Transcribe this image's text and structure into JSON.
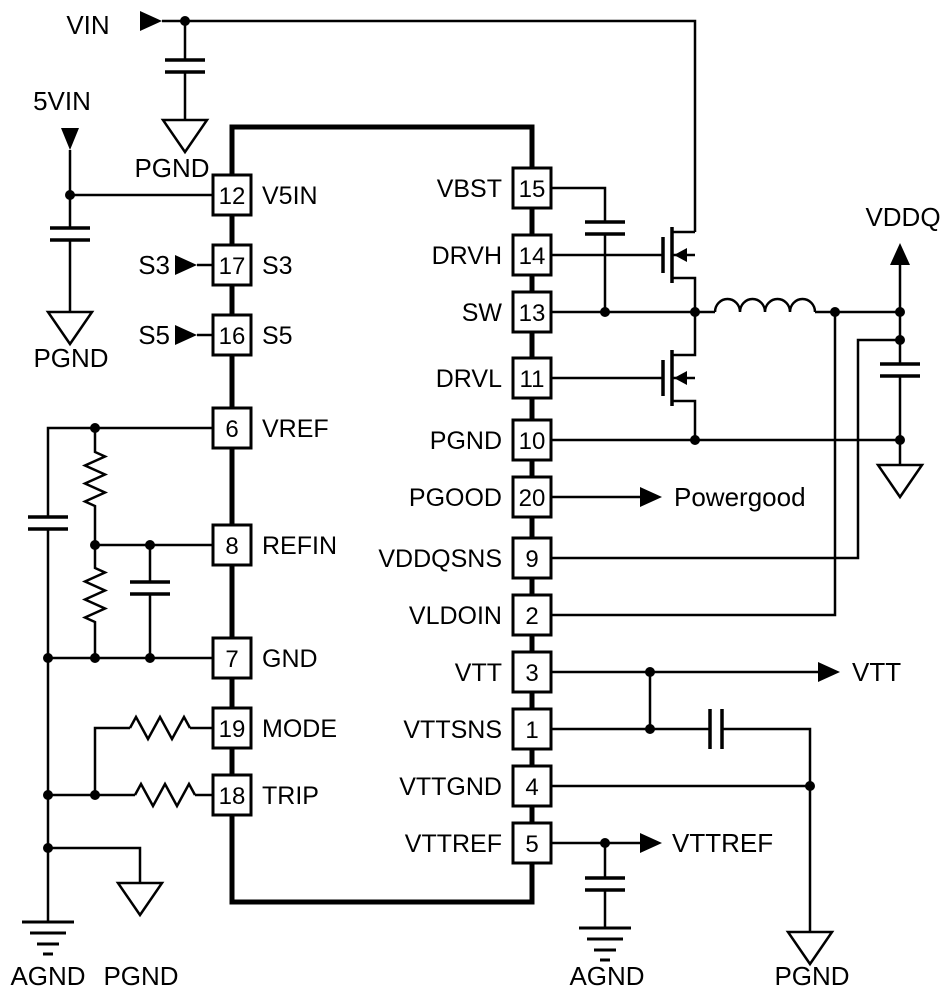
{
  "ic": {
    "left_pins": [
      {
        "num": "12",
        "name": "V5IN"
      },
      {
        "num": "17",
        "name": "S3"
      },
      {
        "num": "16",
        "name": "S5"
      },
      {
        "num": "6",
        "name": "VREF"
      },
      {
        "num": "8",
        "name": "REFIN"
      },
      {
        "num": "7",
        "name": "GND"
      },
      {
        "num": "19",
        "name": "MODE"
      },
      {
        "num": "18",
        "name": "TRIP"
      }
    ],
    "right_pins": [
      {
        "num": "15",
        "name": "VBST"
      },
      {
        "num": "14",
        "name": "DRVH"
      },
      {
        "num": "13",
        "name": "SW"
      },
      {
        "num": "11",
        "name": "DRVL"
      },
      {
        "num": "10",
        "name": "PGND"
      },
      {
        "num": "20",
        "name": "PGOOD"
      },
      {
        "num": "9",
        "name": "VDDQSNS"
      },
      {
        "num": "2",
        "name": "VLDOIN"
      },
      {
        "num": "3",
        "name": "VTT"
      },
      {
        "num": "1",
        "name": "VTTSNS"
      },
      {
        "num": "4",
        "name": "VTTGND"
      },
      {
        "num": "5",
        "name": "VTTREF"
      }
    ]
  },
  "labels": {
    "vin": "VIN",
    "v5in": "5VIN",
    "s3": "S3",
    "s5": "S5",
    "pgnd_vin": "PGND",
    "pgnd_5vin": "PGND",
    "agnd_left": "AGND",
    "pgnd_left": "PGND",
    "vddq": "VDDQ",
    "powergood": "Powergood",
    "vtt": "VTT",
    "vttref": "VTTREF",
    "agnd_right": "AGND",
    "pgnd_right": "PGND"
  },
  "colors": {
    "wire": "#000000",
    "background": "#ffffff"
  }
}
